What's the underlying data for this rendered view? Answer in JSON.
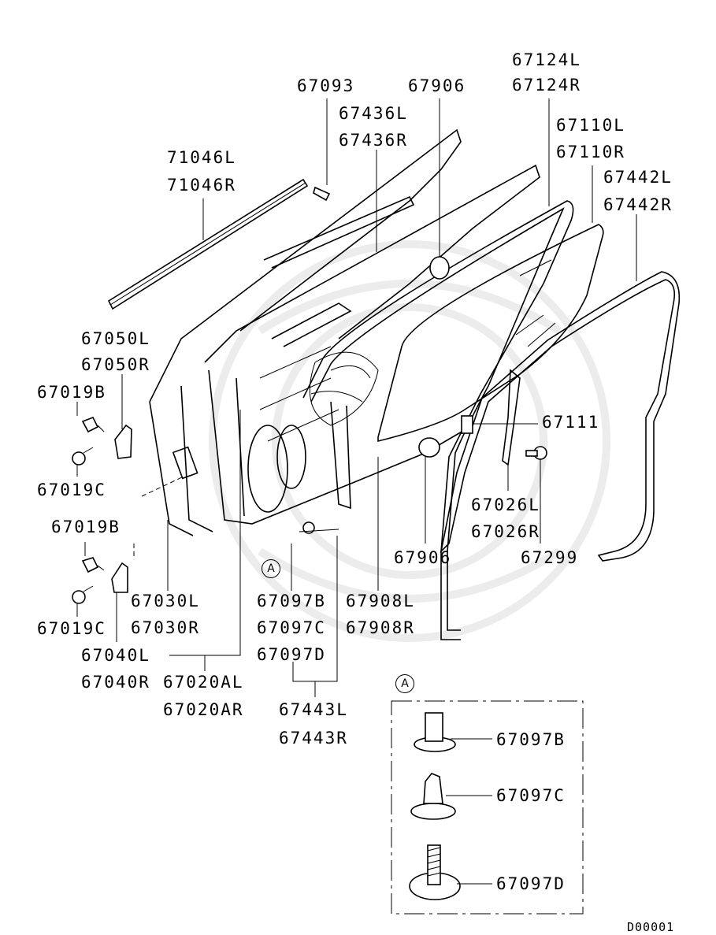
{
  "labels": {
    "p67124L": "67124L",
    "p67124R": "67124R",
    "p67093": "67093",
    "p67906_top": "67906",
    "p67436L": "67436L",
    "p67436R": "67436R",
    "p67110L": "67110L",
    "p67110R": "67110R",
    "p71046L": "71046L",
    "p71046R": "71046R",
    "p67442L": "67442L",
    "p67442R": "67442R",
    "p67050L": "67050L",
    "p67050R": "67050R",
    "p67019B_1": "67019B",
    "p67019C_1": "67019C",
    "p67111": "67111",
    "p67019B_2": "67019B",
    "p67026L": "67026L",
    "p67026R": "67026R",
    "p67906_bot": "67906",
    "p67299": "67299",
    "p67030L": "67030L",
    "p67030R": "67030R",
    "p67097B": "67097B",
    "p67097C": "67097C",
    "p67097D": "67097D",
    "p67908L": "67908L",
    "p67908R": "67908R",
    "p67019C_2": "67019C",
    "p67040L": "67040L",
    "p67040R": "67040R",
    "p67020AL": "67020AL",
    "p67020AR": "67020AR",
    "p67443L": "67443L",
    "p67443R": "67443R",
    "detail_67097B": "67097B",
    "detail_67097C": "67097C",
    "detail_67097D": "67097D",
    "diagram_code": "D00001"
  },
  "callouts": {
    "a_main": "A",
    "a_detail": "A"
  }
}
